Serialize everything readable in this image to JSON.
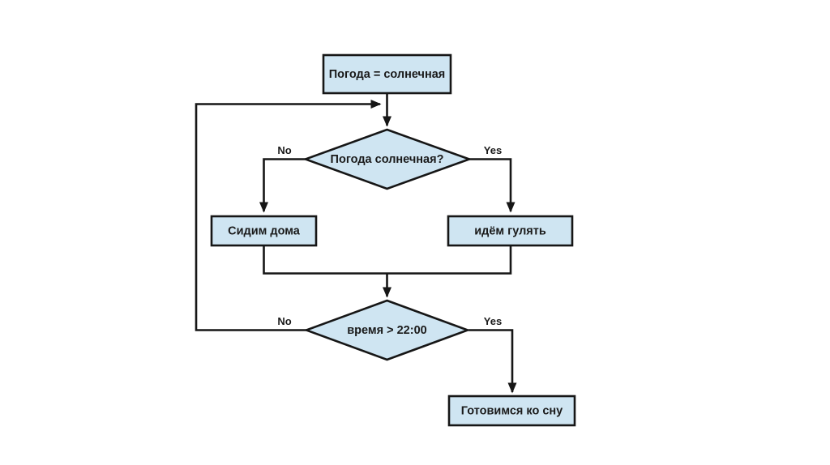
{
  "diagram": {
    "title": "weather-decision-flowchart",
    "nodes": {
      "start": {
        "label": "Погода = солнечная",
        "type": "process"
      },
      "decision_weather": {
        "label": "Погода солнечная?",
        "type": "decision"
      },
      "stay_home": {
        "label": "Сидим дома",
        "type": "process"
      },
      "go_walk": {
        "label": "идём гулять",
        "type": "process"
      },
      "decision_time": {
        "label": "время > 22:00",
        "type": "decision"
      },
      "prepare_sleep": {
        "label": "Готовимся ко сну",
        "type": "process"
      }
    },
    "edge_labels": {
      "weather_no": "No",
      "weather_yes": "Yes",
      "time_no": "No",
      "time_yes": "Yes"
    },
    "colors": {
      "node_fill": "#cfe5f2",
      "node_stroke": "#161616",
      "edge": "#161616",
      "background": "#ffffff"
    }
  }
}
